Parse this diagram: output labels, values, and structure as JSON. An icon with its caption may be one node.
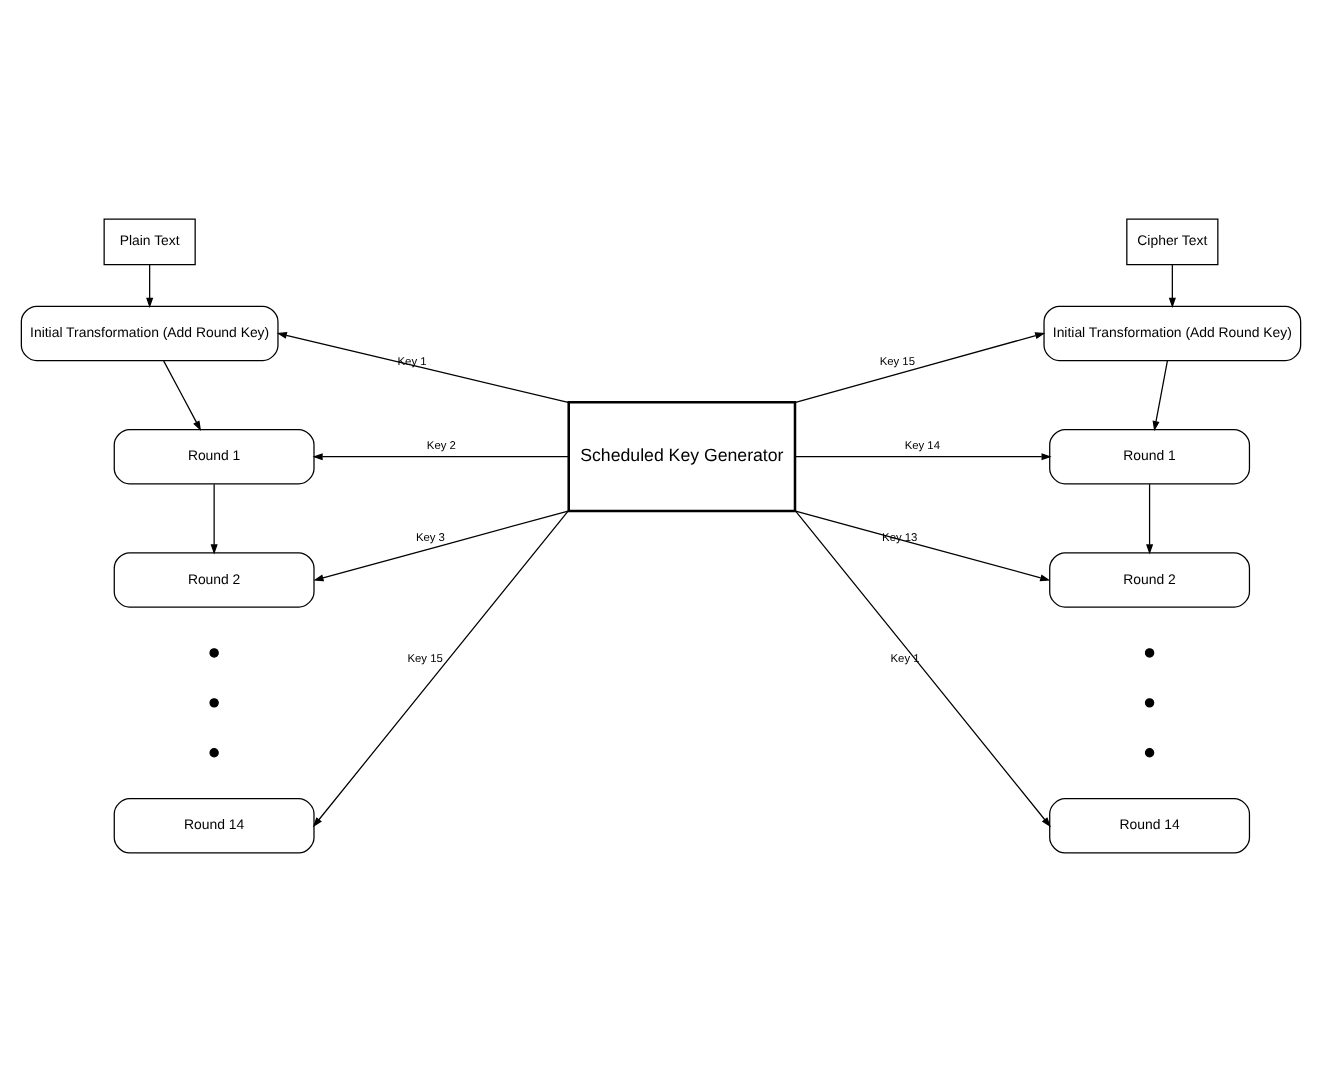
{
  "diagram": {
    "nodes": [
      {
        "text": [
          "Plain Text"
        ]
      },
      {
        "text": [
          "Initial Transformation (Add Round Key)"
        ]
      },
      {
        "text": [
          "Round 1"
        ]
      },
      {
        "text": [
          "Round 2"
        ]
      },
      {
        "text": [
          "Round 14"
        ]
      },
      {
        "text": [
          "Scheduled Key Generator"
        ]
      },
      {
        "text": [
          "Cipher Text"
        ]
      },
      {
        "text": [
          "Initial Transformation (Add Round Key)"
        ]
      },
      {
        "text": [
          "Round 1"
        ]
      },
      {
        "text": [
          "Round 2"
        ]
      },
      {
        "text": [
          "Round 14"
        ]
      }
    ],
    "edges": [
      {
        "from": 0,
        "to": 1,
        "arrow": "to"
      },
      {
        "from": 1,
        "to": 2,
        "arrow": "to"
      },
      {
        "from": 2,
        "to": 3,
        "arrow": "to"
      },
      {
        "from": 6,
        "to": 7,
        "arrow": "to"
      },
      {
        "from": 7,
        "to": 8,
        "arrow": "to"
      },
      {
        "from": 8,
        "to": 9,
        "arrow": "to"
      },
      {
        "from": 5,
        "to": 1,
        "arrow": "to",
        "label": "Key 1"
      },
      {
        "from": 5,
        "to": 2,
        "arrow": "to",
        "label": "Key 2"
      },
      {
        "from": 5,
        "to": 3,
        "arrow": "to",
        "label": "Key 3"
      },
      {
        "from": 5,
        "to": 4,
        "arrow": "to",
        "label": "Key 15"
      },
      {
        "from": 5,
        "to": 7,
        "arrow": "to",
        "label": "Key 15"
      },
      {
        "from": 5,
        "to": 8,
        "arrow": "to",
        "label": "Key 14"
      },
      {
        "from": 5,
        "to": 9,
        "arrow": "to",
        "label": "Key 13"
      },
      {
        "from": 5,
        "to": 10,
        "arrow": "to",
        "label": "Key 1"
      }
    ]
  }
}
